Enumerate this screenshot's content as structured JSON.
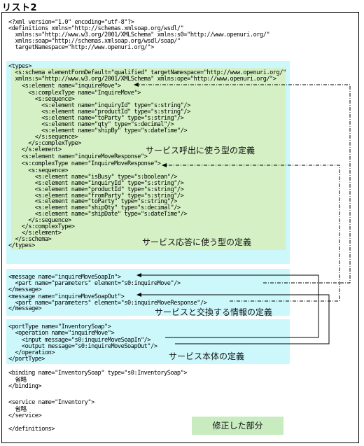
{
  "title": "リスト2",
  "code_lines": [
    "<?xml version=\"1.0\" encoding=\"utf-8\"?>",
    "<definitions xmlns=\"http://schemas.xmlsoap.org/wsdl/\"",
    "  xmlns:s=\"http://www.w3.org/2001/XMLSchema\" xmlns:s0=\"http://www.openuri.org/\"",
    "  xmlns:soap=\"http://schemas.xmlsoap.org/wsdl/soap/\"",
    "  targetNamespace=\"http://www.openuri.org/\">",
    "<types>",
    "  <s:schema elementFormDefault=\"qualified\" targetNamespace=\"http://www.openuri.org/\"",
    "  xmlns:s=\"http://www.w3.org/2001/XMLSchema\" xmlns:ope=\"http://www.openuri.org/\">",
    "    <s:element name=\"inquireMove\">",
    "      <s:complexType name=\"InquireMove\">",
    "        <s:sequence>",
    "          <s:element name=\"inquiryId\" type=\"s:string\"/>",
    "          <s:element name=\"productId\" type=\"s:string\"/>",
    "          <s:element name=\"toParty\" type=\"s:string\"/>",
    "          <s:element name=\"qty\" type=\"s:decimal\"/>",
    "          <s:element name=\"shipBy\" type=\"s:dateTime\"/>",
    "        </s:sequence>",
    "      </s:complexType>",
    "    </s:element>",
    "    <s:element name=\"inquireMoveResponse\">",
    "    <s:complexType name=\"InquireMoveResponse\">",
    "      <s:sequence>",
    "        <s:element name=\"isBusy\" type=\"s:boolean\"/>",
    "        <s:element name=\"inquiryId\" type=\"s:string\"/>",
    "        <s:element name=\"productId\" type=\"s:string\"/>",
    "        <s:element name=\"fromParty\" type=\"s:string\"/>",
    "        <s:element name=\"toParty\" type=\"s:string\"/>",
    "        <s:element name=\"shipQty\" type=\"s:decimal\"/>",
    "        <s:element name=\"shipDate\" type=\"s:dateTime\"/>",
    "      </s:sequence>",
    "    </s:complexType>",
    "    </s:element>",
    "  </s:schema>",
    "</types>",
    "<message name=\"inquireMoveSoapIn\">",
    "  <part name=\"parameters\" element=\"s0:inquireMove\"/>",
    "</message>",
    "<message name=\"inquireMoveSoapOut\">",
    "  <part name=\"parameters\" element=\"s0:inquireMoveResponse\"/>",
    "</message>",
    "<portType name=\"InventorySoap\">",
    "  <operation name=\"inquireMove\">",
    "    <input message=\"s0:inquireMoveSoapIn\"/>",
    "    <output message=\"s0:inquireMoveSoapOut\"/>",
    "  </operation>",
    "</portType>",
    "<binding name=\"InventorySoap\" type=\"s0:InventorySoap\">",
    "  省略",
    "</binding>",
    "<service name=\"Inventory\">",
    "  省略",
    "</service>",
    "</definitions>"
  ],
  "captions": {
    "request_type": "サービス呼出に使う型の定義",
    "response_type": "サービス応答に使う型の定義",
    "messages": "サービスと交換する情報の定義",
    "port_type": "サービス本体の定義"
  },
  "legend": "修正した部分",
  "colors": {
    "modified_area": "#ccf8fb",
    "type_area": "#d4f0c4",
    "legend_fill": "#c8ecc0",
    "text": "#000000"
  }
}
